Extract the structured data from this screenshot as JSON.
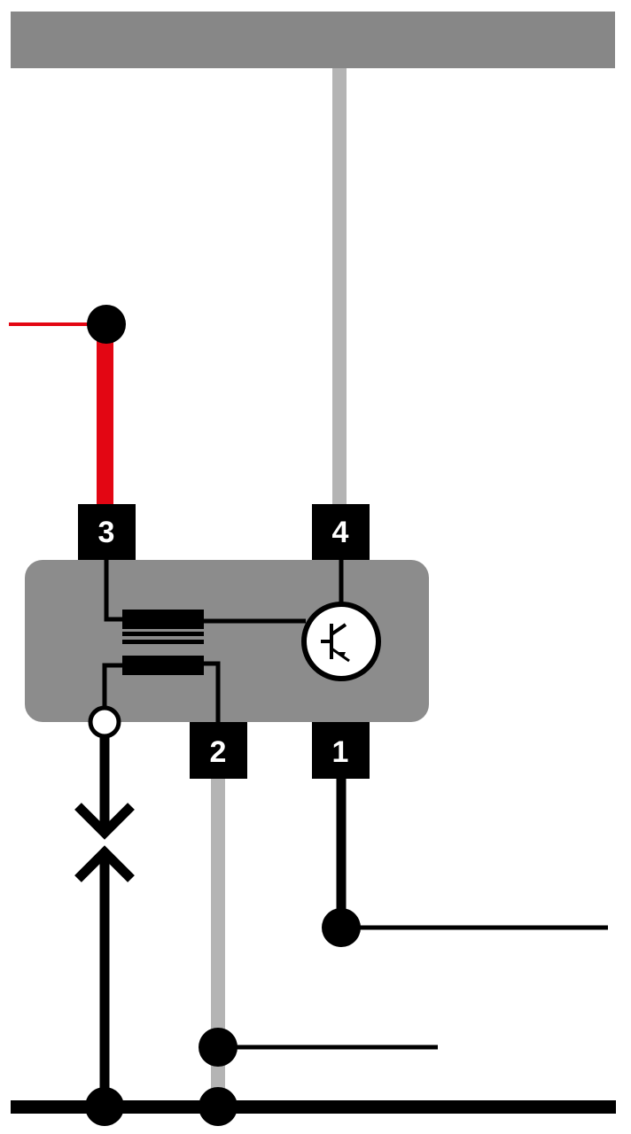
{
  "pins": {
    "pin1": "1",
    "pin2": "2",
    "pin3": "3",
    "pin4": "4"
  },
  "colors": {
    "top_bar": "#878787",
    "module_body": "#8c8c8c",
    "wire_gray": "#b4b4b4",
    "wire_red": "#e30613",
    "wire_black": "#000000",
    "terminal_box": "#000000",
    "terminal_text": "#ffffff"
  },
  "icons": {
    "transistor": "npn-transistor-icon",
    "coil": "coil-icon",
    "connector": "plug-connector-icon"
  }
}
